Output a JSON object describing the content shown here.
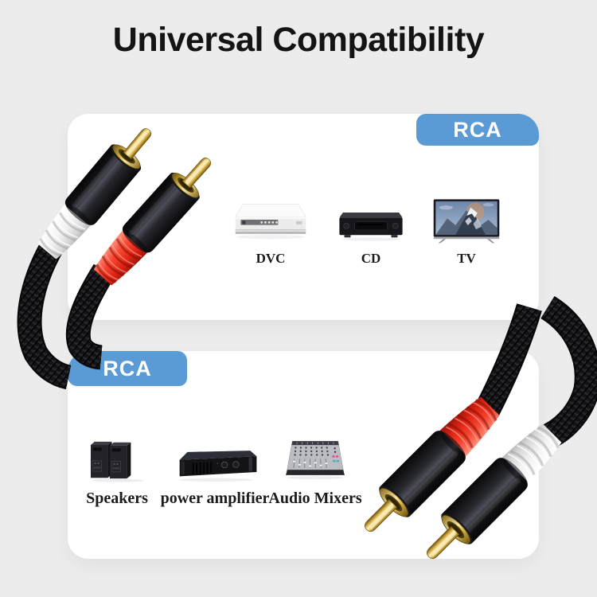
{
  "title": "Universal Compatibility",
  "top_panel": {
    "tab_label": "RCA",
    "devices": [
      {
        "label": "DVC",
        "icon": "dvd-player-icon"
      },
      {
        "label": "CD",
        "icon": "cd-player-icon"
      },
      {
        "label": "TV",
        "icon": "tv-icon"
      }
    ]
  },
  "bottom_panel": {
    "tab_label": "RCA",
    "devices": [
      {
        "label": "Speakers",
        "icon": "speakers-icon"
      },
      {
        "label": "power amplifier",
        "icon": "power-amplifier-icon"
      },
      {
        "label": "Audio Mixers",
        "icon": "audio-mixer-icon"
      }
    ]
  },
  "cable": {
    "description": "2 RCA male to 2 RCA male braided audio cable",
    "connector_colors": [
      "white",
      "red"
    ]
  },
  "colors": {
    "background": "#ECECEC",
    "panel": "#FFFFFF",
    "accent_blue": "#5B9BD5",
    "connector_red": "#F43B2C",
    "connector_white": "#F5F5F5",
    "gold": "#D9B44A",
    "braid_black": "#131316"
  }
}
